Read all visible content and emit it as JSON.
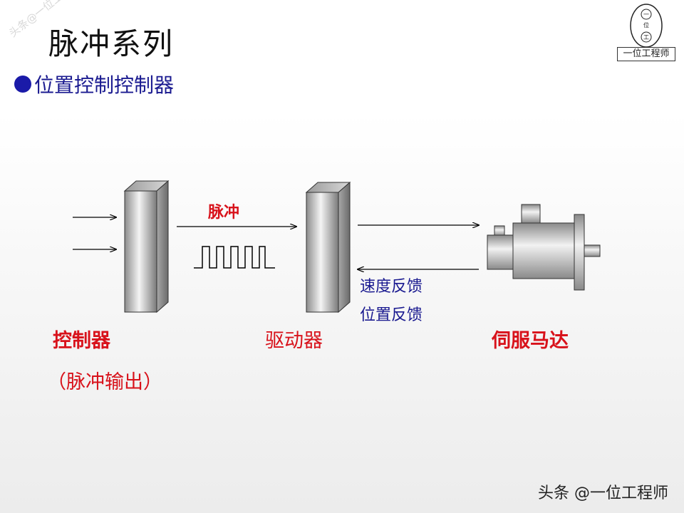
{
  "header": {
    "title": "脉冲系列",
    "subtitle": "位置控制控制器",
    "side_watermark": "头条@一位工程师"
  },
  "logo": {
    "caption": "一位工程师",
    "seal_chars": [
      "一",
      "位",
      "工"
    ]
  },
  "diagram": {
    "pulse_label": "脉冲",
    "feedback_speed": "速度反馈",
    "feedback_position": "位置反馈",
    "controller_label": "控制器",
    "controller_sub": "（脉冲输出）",
    "driver_label": "驱动器",
    "motor_label": "伺服马达"
  },
  "footer": {
    "watermark": "头条 @一位工程师"
  },
  "colors": {
    "accent_red": "#d8121b",
    "accent_blue": "#1a1a90",
    "bullet": "#1a1aa8"
  }
}
